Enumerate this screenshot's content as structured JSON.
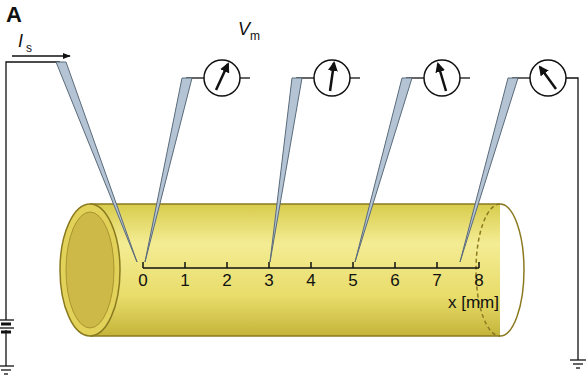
{
  "diagram": {
    "labels": [
      "A",
      "I",
      "s",
      "V",
      "m",
      "0",
      "1",
      "2",
      "3",
      "4",
      "5",
      "6",
      "7",
      "8",
      "x [mm]"
    ]
  }
}
